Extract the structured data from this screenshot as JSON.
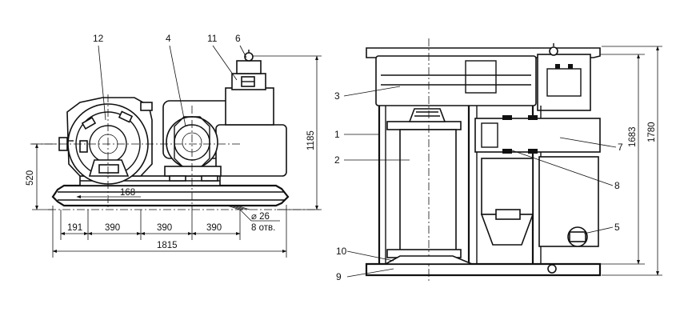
{
  "callouts": {
    "c12": "12",
    "c4": "4",
    "c11": "11",
    "c6": "6",
    "c3": "3",
    "c1": "1",
    "c2": "2",
    "c7": "7",
    "c8": "8",
    "c5": "5",
    "c10": "10",
    "c9": "9"
  },
  "dimensions": {
    "height_1185": "1185",
    "height_520": "520",
    "offset_168": "168",
    "span_191": "191",
    "span_390_a": "390",
    "span_390_b": "390",
    "span_390_c": "390",
    "overall_1815": "1815",
    "hole_diameter": "⌀ 26",
    "hole_count": "8 отв.",
    "height_1683": "1683",
    "height_1780": "1780"
  },
  "colors": {
    "line": "#111111",
    "background": "#ffffff"
  }
}
